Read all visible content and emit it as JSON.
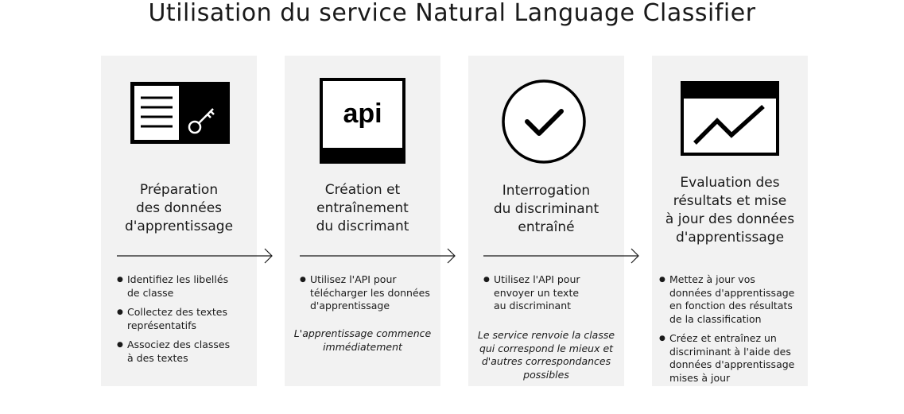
{
  "title": "Utilisation du service Natural Language Classifier",
  "steps": [
    {
      "icon": "document-key-icon",
      "heading": [
        "Préparation",
        "des données",
        "d'apprentissage"
      ],
      "bullets": [
        [
          "Identifiez les libellés",
          "de classe"
        ],
        [
          "Collectez des textes",
          "représentatifs"
        ],
        [
          "Associez des classes",
          "à des textes"
        ]
      ],
      "note": []
    },
    {
      "icon": "api-icon",
      "icon_text": "api",
      "heading": [
        "Création et",
        "entraînement",
        "du discrimant"
      ],
      "bullets": [
        [
          "Utilisez l'API pour",
          "télécharger les données",
          "d'apprentissage"
        ]
      ],
      "note": [
        "L'apprentissage commence",
        "immédiatement"
      ]
    },
    {
      "icon": "checkmark-circle-icon",
      "heading": [
        "Interrogation",
        "du discriminant",
        "entraîné"
      ],
      "bullets": [
        [
          "Utilisez l'API pour",
          "envoyer un texte",
          "au discriminant"
        ]
      ],
      "note": [
        "Le service renvoie la classe",
        "qui correspond le mieux et",
        "d'autres correspondances",
        "possibles"
      ]
    },
    {
      "icon": "window-chart-icon",
      "heading": [
        "Evaluation des",
        "résultats et mise",
        "à jour des données",
        "d'apprentissage"
      ],
      "bullets": [
        [
          "Mettez à jour vos",
          "données d'apprentissage",
          "en fonction des résultats",
          "de la classification"
        ],
        [
          "Créez et entraînez un",
          "discriminant à l'aide des",
          "données d'apprentissage",
          "mises à jour"
        ]
      ],
      "note": []
    }
  ]
}
